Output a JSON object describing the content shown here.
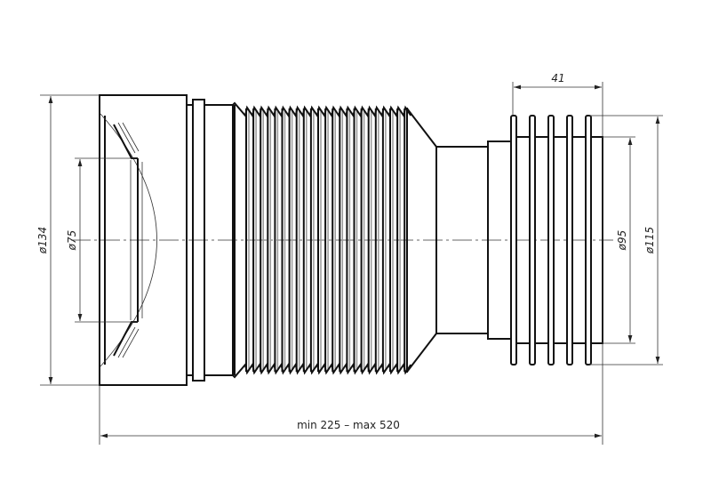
{
  "title": "Flexible toilet connector dimension drawing",
  "dimensions": {
    "outer_socket_diameter": "ø134",
    "inner_seal_diameter": "ø75",
    "outlet_diameter": "ø95",
    "outlet_fin_diameter": "ø115",
    "outlet_length": "41",
    "length_range": "min 225 – max 520"
  }
}
